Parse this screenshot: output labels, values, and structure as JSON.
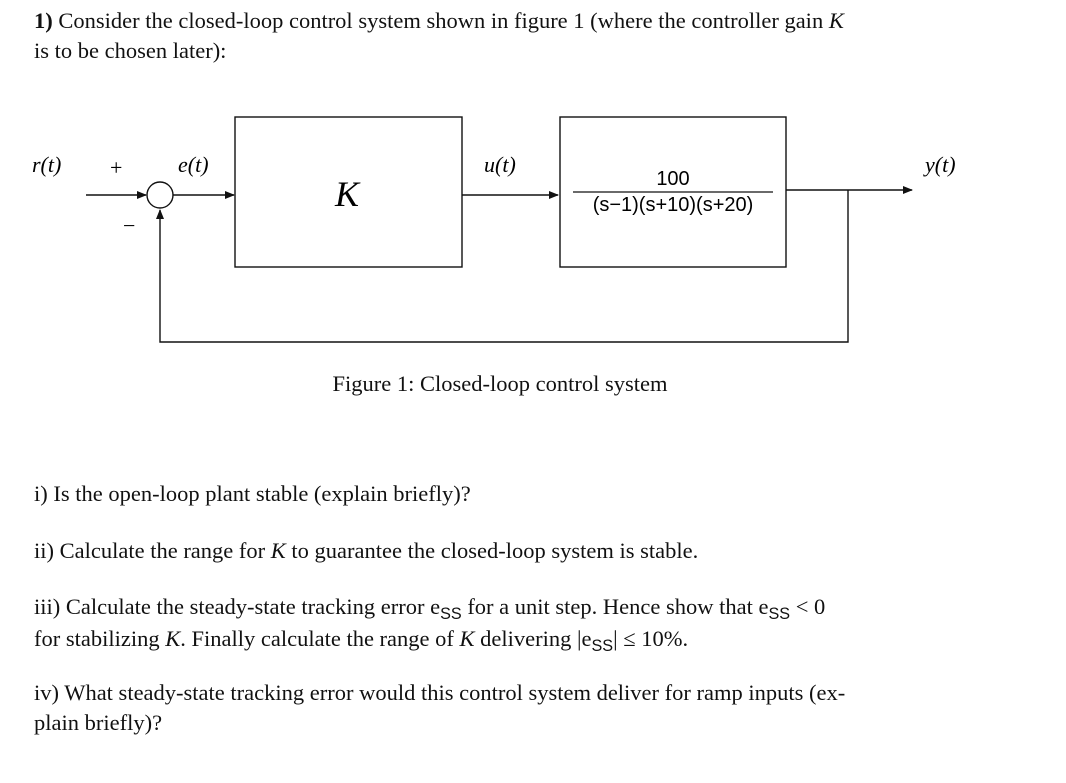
{
  "problem": {
    "number": "1)",
    "intro_line1_a": " Consider the closed-loop control system shown in figure 1 (where the controller gain ",
    "intro_line1_K": "K",
    "intro_line2": "is to be chosen later):"
  },
  "diagram": {
    "input_label": "r(t)",
    "plus_sign": "+",
    "minus_sign": "−",
    "error_label": "e(t)",
    "controller_label": "K",
    "control_label": "u(t)",
    "plant_numerator": "100",
    "plant_denominator": "(s−1)(s+10)(s+20)",
    "output_label": "y(t)"
  },
  "caption": "Figure 1: Closed-loop control system",
  "questions": {
    "i": {
      "text": "i) Is the open-loop plant stable (explain briefly)?"
    },
    "ii": {
      "pre": "ii) Calculate the range for ",
      "K": "K",
      "post": " to guarantee the closed-loop system is stable."
    },
    "iii": {
      "l1_a": "iii) Calculate the steady-state tracking error e",
      "ss": "SS",
      "l1_b": " for a unit step.  Hence show that e",
      "l1_c": " < 0",
      "l2_a": "for stabilizing ",
      "K": "K",
      "l2_b": ".  Finally calculate the range of ",
      "l2_c": " delivering |e",
      "l2_d": "| ≤ 10%."
    },
    "iv": {
      "line1": "iv) What steady-state tracking error would this control system deliver for ramp inputs (ex-",
      "line2": "plain briefly)?"
    }
  }
}
